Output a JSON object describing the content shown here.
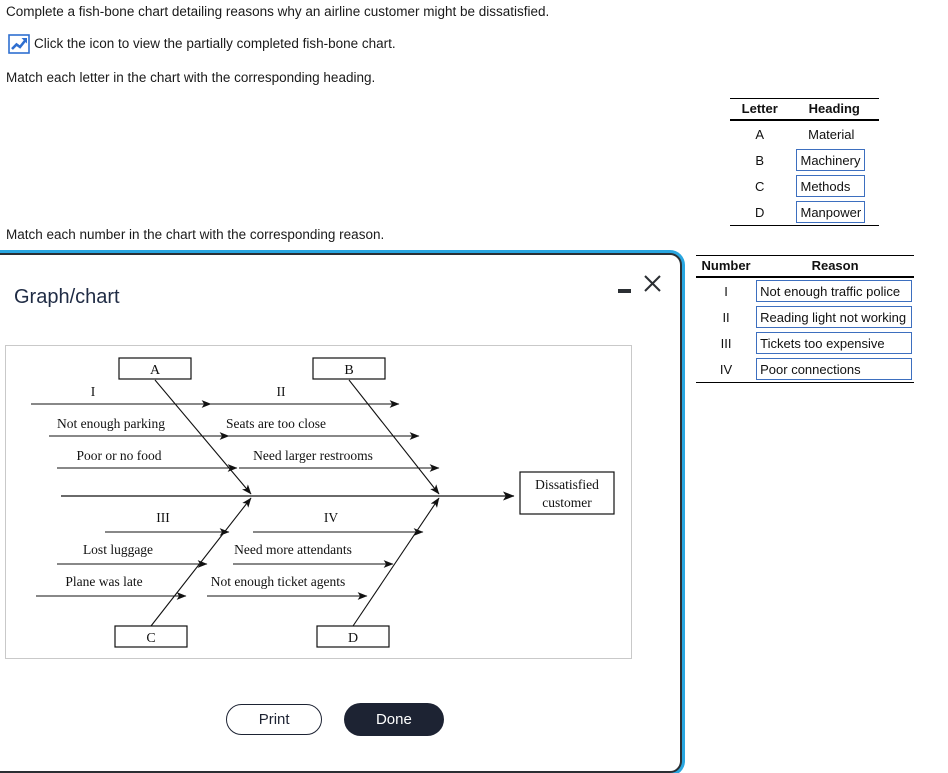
{
  "instructions": {
    "line1": "Complete a fish-bone chart detailing reasons why an airline customer might be dissatisfied.",
    "line2": "Click the icon to view the partially completed fish-bone chart.",
    "line3": "Match each letter in the chart with the corresponding heading.",
    "line4": "Match each number in the chart with the corresponding reason.",
    "icon": "line-chart-icon"
  },
  "letter_table": {
    "headers": [
      "Letter",
      "Heading"
    ],
    "rows": [
      {
        "key": "A",
        "value": "Material",
        "editable": false
      },
      {
        "key": "B",
        "value": "Machinery",
        "editable": true
      },
      {
        "key": "C",
        "value": "Methods",
        "editable": true
      },
      {
        "key": "D",
        "value": "Manpower",
        "editable": true
      }
    ]
  },
  "number_table": {
    "headers": [
      "Number",
      "Reason"
    ],
    "rows": [
      {
        "key": "I",
        "value": "Not enough traffic police",
        "editable": true
      },
      {
        "key": "II",
        "value": "Reading light not working",
        "editable": true
      },
      {
        "key": "III",
        "value": "Tickets too expensive",
        "editable": true
      },
      {
        "key": "IV",
        "value": "Poor connections",
        "editable": true
      }
    ]
  },
  "dialog": {
    "title": "Graph/chart",
    "minimize_label": "Minimize",
    "close_label": "Close",
    "print_label": "Print",
    "done_label": "Done"
  },
  "fishbone": {
    "effect": {
      "line1": "Dissatisfied",
      "line2": "customer"
    },
    "categories": [
      {
        "box": "A",
        "position": "top-left",
        "causes": [
          "I",
          "Not enough parking",
          "Poor or no food"
        ]
      },
      {
        "box": "B",
        "position": "top-right",
        "causes": [
          "II",
          "Seats are too close",
          "Need larger restrooms"
        ]
      },
      {
        "box": "C",
        "position": "bottom-left",
        "causes": [
          "III",
          "Lost luggage",
          "Plane was late"
        ]
      },
      {
        "box": "D",
        "position": "bottom-right",
        "causes": [
          "IV",
          "Need more attendants",
          "Not enough ticket agents"
        ]
      }
    ]
  },
  "colors": {
    "dialog_outline": "#29a6e0",
    "dialog_border": "#2b2f33",
    "answer_box_border": "#3d6fbf",
    "done_button_bg": "#1d2333",
    "icon_blue": "#2f6fd0",
    "title_text": "#1f2b44"
  }
}
